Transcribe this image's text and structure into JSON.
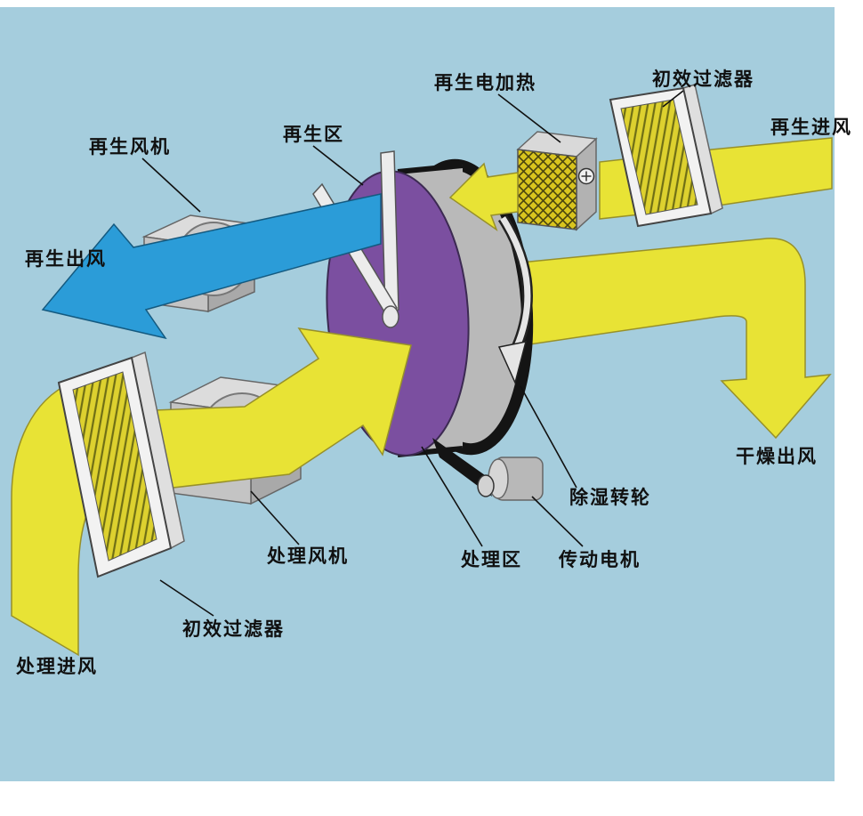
{
  "diagram": {
    "background": "#a5cddd",
    "labels": {
      "regen_heater": "再生电加热",
      "filter_top": "初效过滤器",
      "regen_inlet": "再生进风",
      "regen_fan": "再生风机",
      "regen_zone": "再生区",
      "regen_outlet": "再生出风",
      "dry_outlet": "干燥出风",
      "wheel": "除湿转轮",
      "process_fan": "处理风机",
      "process_zone": "处理区",
      "drive_motor": "传动电机",
      "filter_bottom": "初效过滤器",
      "process_inlet": "处理进风"
    },
    "colors": {
      "air_yellow": "#e8e335",
      "regen_blue": "#2b9cd8",
      "wheel_purple": "#7b4fa0",
      "metal_gray": "#c4c4c4",
      "belt_black": "#141414",
      "filter_yellow": "#ddd12f"
    }
  }
}
